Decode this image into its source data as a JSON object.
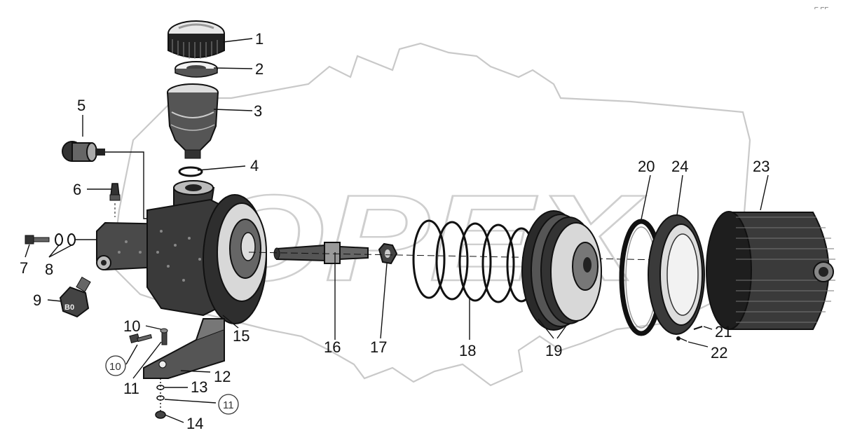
{
  "watermark": "OPEX",
  "corner_mark": "⌐ ⌐⌐",
  "part_labels": [
    "1",
    "2",
    "3",
    "4",
    "5",
    "6",
    "7",
    "8",
    "9",
    "10",
    "11",
    "12",
    "13",
    "14",
    "15",
    "16",
    "17",
    "18",
    "19",
    "20",
    "21",
    "22",
    "23",
    "24"
  ],
  "circled_labels": [
    "10",
    "11"
  ],
  "colors": {
    "ink": "#111111",
    "watermark": "#c9c9c9",
    "casting": "#2a2a2a"
  }
}
